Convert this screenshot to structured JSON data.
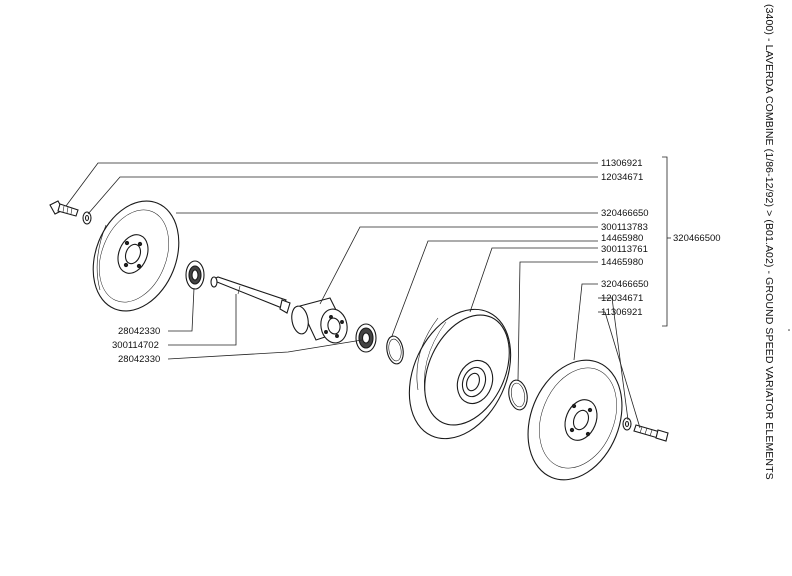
{
  "title": "(3400) - LAVERDA COMBINE (1/86-12/92) > (B01.A02) - GROUND SPEED VARIATOR ELEMENTS",
  "assembly_part": "320466500",
  "right_labels": [
    "11306921",
    "12034671",
    "320466650",
    "300113783",
    "14465980",
    "300113761",
    "14465980",
    "320466650",
    "12034671",
    "11306921"
  ],
  "left_labels": [
    "28042330",
    "300114702",
    "28042330"
  ]
}
